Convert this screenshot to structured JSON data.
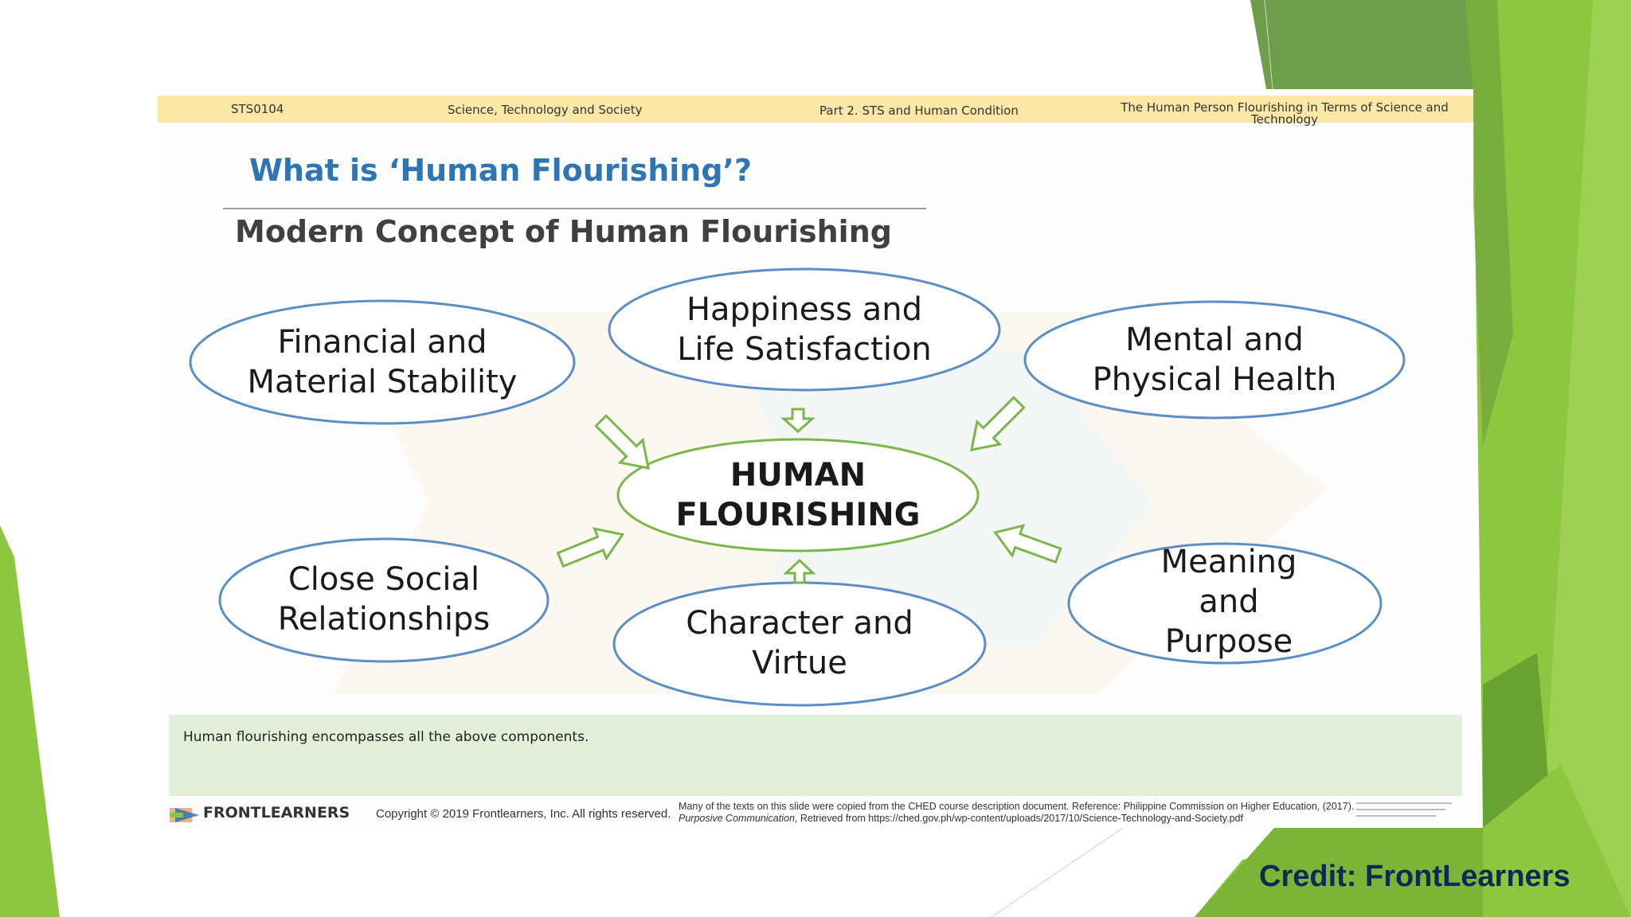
{
  "header": {
    "code": "STS0104",
    "course": "Science, Technology and Society",
    "part": "Part 2. STS and Human Condition",
    "topic": "The Human Person Flourishing in Terms of Science and Technology"
  },
  "title": "What is ‘Human Flourishing’?",
  "subtitle": "Modern Concept of Human Flourishing",
  "diagram": {
    "center": "HUMAN FLOURISHING",
    "nodes": [
      {
        "id": "financial",
        "label": "Financial and Material Stability"
      },
      {
        "id": "happiness",
        "label": "Happiness and Life Satisfaction"
      },
      {
        "id": "mental",
        "label": "Mental and Physical Health"
      },
      {
        "id": "social",
        "label": "Close Social Relationships"
      },
      {
        "id": "character",
        "label": "Character and Virtue"
      },
      {
        "id": "meaning",
        "label": "Meaning and Purpose"
      }
    ]
  },
  "notes": "Human flourishing encompasses all the above components.",
  "footer": {
    "logo": "FRONTLEARNERS",
    "copyright": "Copyright © 2019 Frontlearners, Inc.  All rights reserved.",
    "reference_line1": "Many of the texts on this slide were copied from the CHED course description document.  Reference: Philippine Commission on Higher Education, (2017).",
    "reference_italic": "Purposive Communication",
    "reference_line2": ", Retrieved from https://ched.gov.ph/wp-content/uploads/2017/10/Science-Technology-and-Society.pdf"
  },
  "credit": "Credit: FrontLearners",
  "colors": {
    "header_band": "#fbe7a6",
    "title_blue": "#2e75b6",
    "oval_blue": "#5b8ec4",
    "oval_green": "#7ab648",
    "arrow_green": "#7ab648",
    "notes_band": "#e2efd9",
    "accent_green": "#8dc63f",
    "credit_navy": "#0c2a54"
  }
}
